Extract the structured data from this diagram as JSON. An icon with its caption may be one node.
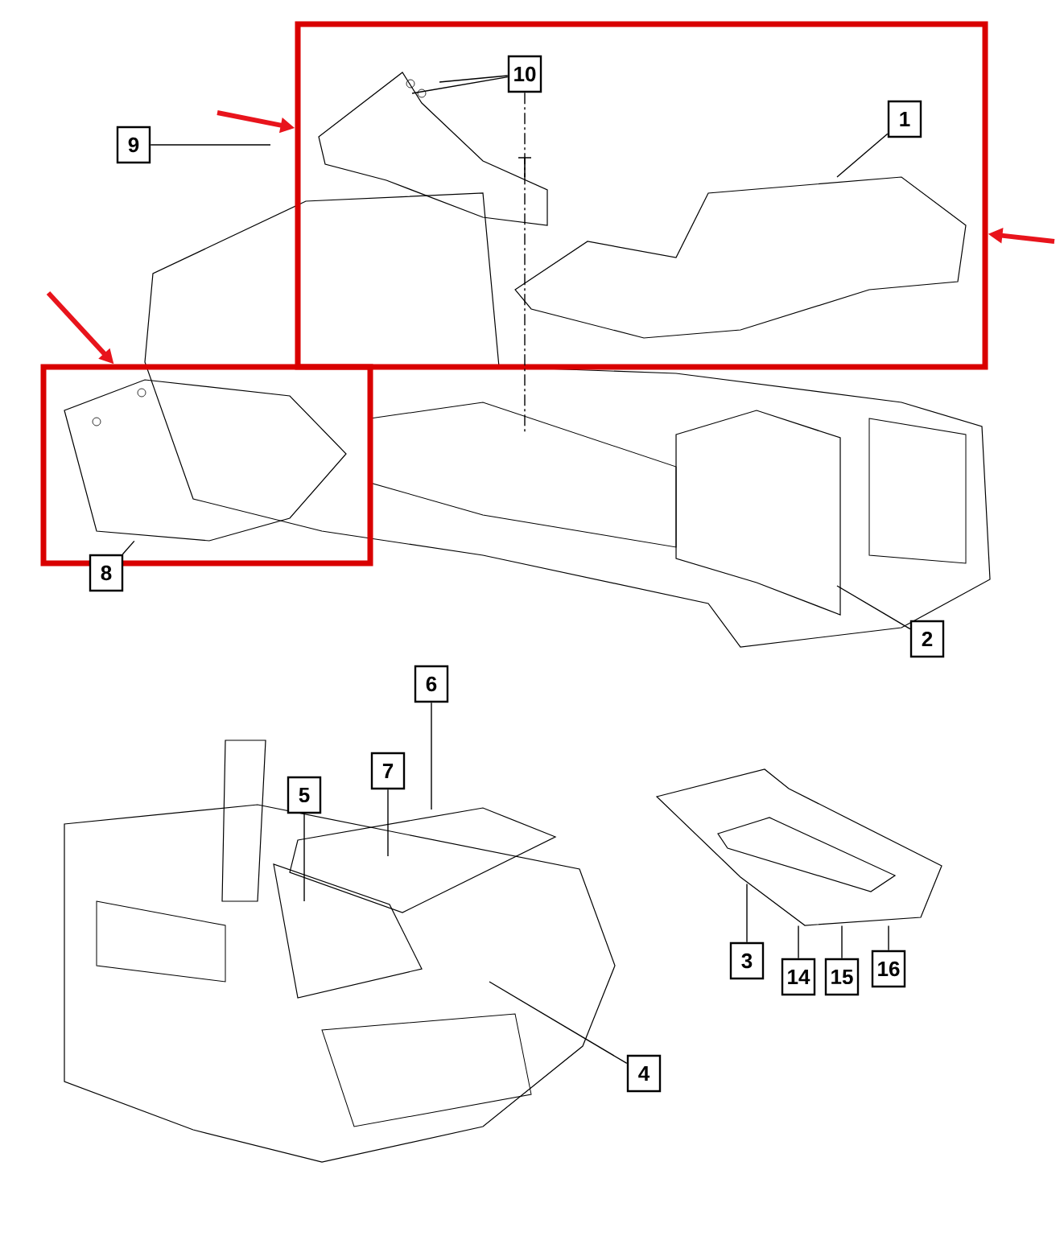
{
  "diagram": {
    "nodes": [
      {
        "text": [],
        "shape": "box"
      },
      {
        "text": [
          "10"
        ],
        "in": 0
      },
      {
        "text": [
          "1"
        ],
        "in": 0
      },
      {
        "text": [
          "9"
        ]
      },
      {
        "text": [],
        "shape": "box"
      },
      {
        "text": [
          "8"
        ]
      },
      {
        "text": [
          "2"
        ]
      },
      {
        "text": [
          "6"
        ]
      },
      {
        "text": [
          "7"
        ]
      },
      {
        "text": [
          "5"
        ]
      },
      {
        "text": [
          "3"
        ]
      },
      {
        "text": [
          "14"
        ]
      },
      {
        "text": [
          "15"
        ]
      },
      {
        "text": [
          "16"
        ]
      },
      {
        "text": [
          "4"
        ]
      },
      {
        "text": [],
        "shape": "picture",
        "in": 4
      },
      {
        "text": [],
        "shape": "picture"
      }
    ],
    "edges": [
      {
        "from": null,
        "to": 0,
        "arrow": "to",
        "style": "thick",
        "color": "#e8141c"
      },
      {
        "from": null,
        "to": 0,
        "arrow": "to",
        "style": "thick",
        "color": "#e8141c"
      },
      {
        "from": null,
        "to": 4,
        "arrow": "to",
        "style": "thick",
        "color": "#e8141c"
      },
      {
        "from": 1,
        "to": null,
        "arrow": "none"
      },
      {
        "from": 1,
        "to": null,
        "arrow": "none"
      },
      {
        "from": 1,
        "to": null,
        "arrow": "none",
        "style": "dashed"
      },
      {
        "from": 2,
        "to": null,
        "arrow": "none"
      },
      {
        "from": 3,
        "to": null,
        "arrow": "none"
      },
      {
        "from": 5,
        "to": 15,
        "arrow": "none"
      },
      {
        "from": 6,
        "to": null,
        "arrow": "none"
      },
      {
        "from": 7,
        "to": null,
        "arrow": "none"
      },
      {
        "from": 8,
        "to": null,
        "arrow": "none"
      },
      {
        "from": 9,
        "to": null,
        "arrow": "none"
      },
      {
        "from": 10,
        "to": 16,
        "arrow": "none"
      },
      {
        "from": 11,
        "to": 16,
        "arrow": "none"
      },
      {
        "from": 12,
        "to": 16,
        "arrow": "none"
      },
      {
        "from": 13,
        "to": 16,
        "arrow": "none"
      },
      {
        "from": 14,
        "to": null,
        "arrow": "none"
      }
    ]
  }
}
